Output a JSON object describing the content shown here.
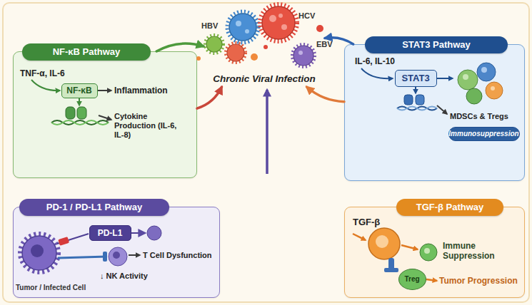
{
  "diagram": {
    "nodes": [
      {
        "text": [
          "Chronic Viral Infection"
        ]
      },
      {
        "text": [
          "NF-κB Pathway"
        ]
      },
      {
        "text": [
          "NF-κB"
        ],
        "in": 1
      },
      {
        "text": [
          "STAT3 Pathway"
        ]
      },
      {
        "text": [
          "STAT3"
        ],
        "in": 3
      },
      {
        "text": [
          "Immunosuppression"
        ],
        "in": 3
      },
      {
        "text": [
          "PD-1 / PD-L1 Pathway"
        ]
      },
      {
        "text": [
          "PD-L1"
        ],
        "in": 6
      },
      {
        "text": [
          "TGF-β Pathway"
        ]
      },
      {
        "text": [
          "Treg"
        ],
        "in": 8
      }
    ],
    "edges": [
      {
        "from": 1,
        "to": 0,
        "arrow": "to"
      },
      {
        "from": 1,
        "to": 0,
        "arrow": "to"
      },
      {
        "from": 3,
        "to": 0,
        "arrow": "to"
      },
      {
        "from": 3,
        "to": 0,
        "arrow": "to"
      }
    ],
    "labels": [
      "HBV",
      "HCV",
      "EBV",
      "TNF-α, IL-6",
      "Inflammation",
      "Cytokine Production (IL-6, IL-8)",
      "IL-6, IL-10",
      "MDSCs & Tregs",
      "T Cell Dysfunction",
      "↓ NK Activity",
      "Tumor / Infected Cell",
      "TGF-β",
      "Immune Suppression",
      "Tumor Progression"
    ]
  }
}
